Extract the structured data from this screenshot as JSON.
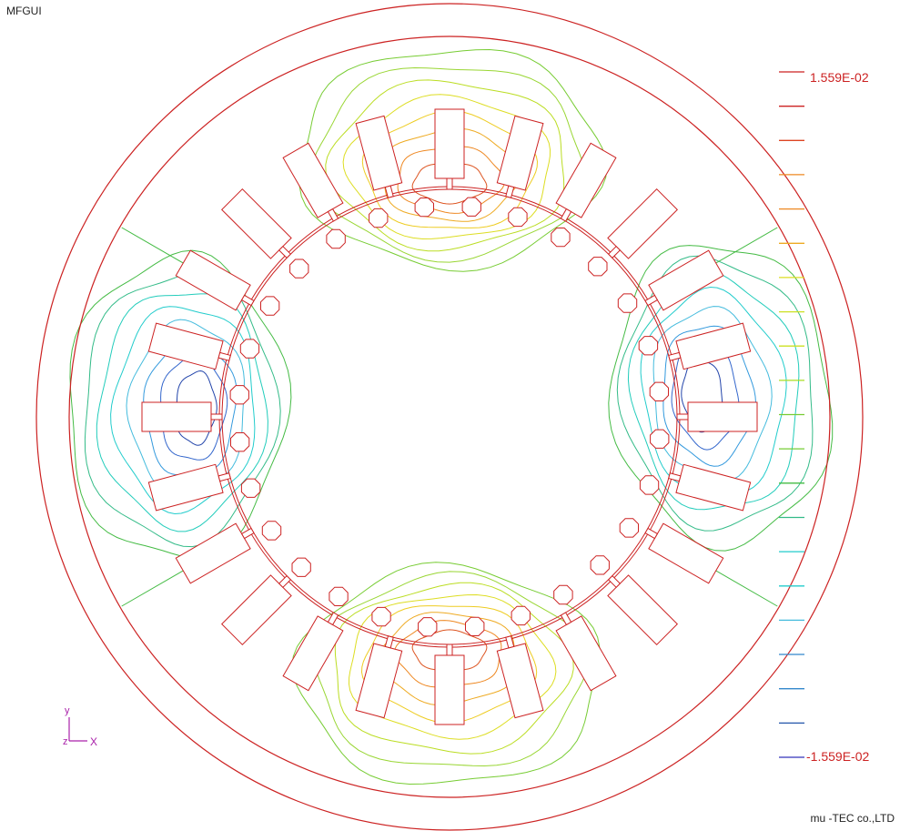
{
  "app": {
    "title": "MFGUI"
  },
  "footer": {
    "company": "mu -TEC co.,LTD"
  },
  "legend": {
    "max_label": "1.559E-02",
    "min_label": "-1.559E-02",
    "colors": [
      "#cc2222",
      "#dd4422",
      "#ee8822",
      "#eeaa22",
      "#dddd22",
      "#cce022",
      "#aadd22",
      "#77cc33",
      "#44bb44",
      "#33bb88",
      "#22cccc",
      "#44bbdd",
      "#3388cc",
      "#2255aa",
      "#3333bb"
    ]
  },
  "axes": {
    "y_label": "y",
    "z_label": "z",
    "x_label": "X",
    "color": "#aa22aa"
  },
  "colors": {
    "geometry": "#cc2222"
  }
}
